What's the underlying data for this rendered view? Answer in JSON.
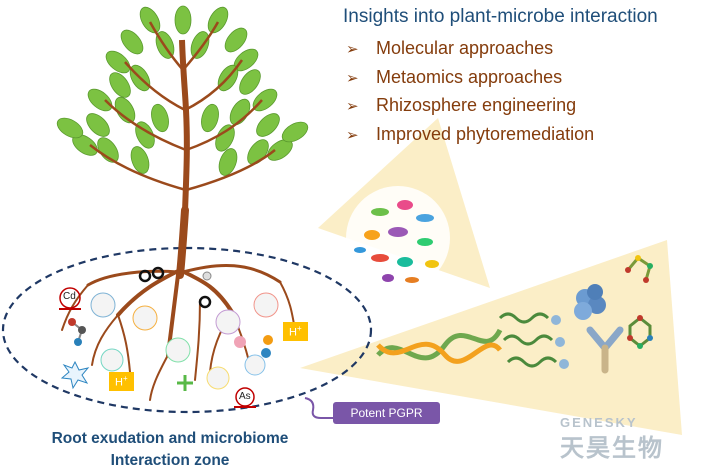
{
  "heading": "Insights into plant-microbe interaction",
  "bullets": [
    "Molecular approaches",
    "Metaomics approaches",
    "Rhizosphere engineering",
    "Improved phytoremediation"
  ],
  "zone_label": {
    "line1": "Root exudation and microbiome",
    "line2": "Interaction zone"
  },
  "callout": "Potent PGPR",
  "markers": {
    "h_plus_1": "H",
    "h_plus_2": "H",
    "cadmium": "Cd",
    "arsenic": "As"
  },
  "watermark": {
    "en": "GENESKY",
    "cn": "天昊生物"
  },
  "colors": {
    "heading": "#1f4e79",
    "bullets": "#843c0c",
    "leaf": "#7cc242",
    "stem": "#9b4a1c",
    "zone_border": "#1f3864",
    "callout": "#7a56a8",
    "zoom_panel": "#fbeec7"
  }
}
